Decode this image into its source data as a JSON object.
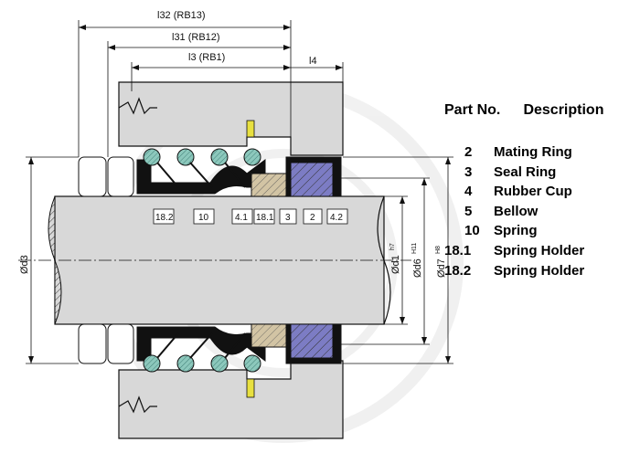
{
  "dimensions": {
    "l32": "l32 (RB13)",
    "l31": "l31 (RB12)",
    "l3": "l3 (RB1)",
    "l4": "l4",
    "d3": "Ød3",
    "d1": "Ød1",
    "d1_tol": "h7",
    "d6": "Ød6",
    "d6_tol": "H11",
    "d7": "Ød7",
    "d7_tol": "H8"
  },
  "callouts": [
    "18.2",
    "10",
    "4.1",
    "18.1",
    "3",
    "2",
    "4.2"
  ],
  "legend": {
    "header_part": "Part No.",
    "header_desc": "Description",
    "rows": [
      {
        "no": "2",
        "desc": "Mating Ring"
      },
      {
        "no": "3",
        "desc": "Seal Ring"
      },
      {
        "no": "4",
        "desc": "Rubber Cup"
      },
      {
        "no": "5",
        "desc": "Bellow"
      },
      {
        "no": "10",
        "desc": "Spring"
      },
      {
        "no": "18.1",
        "desc": "Spring Holder"
      },
      {
        "no": "18.2",
        "desc": "Spring Holder"
      }
    ]
  },
  "colors": {
    "housing": "#d8d8d8",
    "rubber": "#111111",
    "seal_ring": "#d2c4a4",
    "mating_ring": "#7c7cc4",
    "spring": "#8cc8bc",
    "ring_yellow": "#e8e040"
  }
}
